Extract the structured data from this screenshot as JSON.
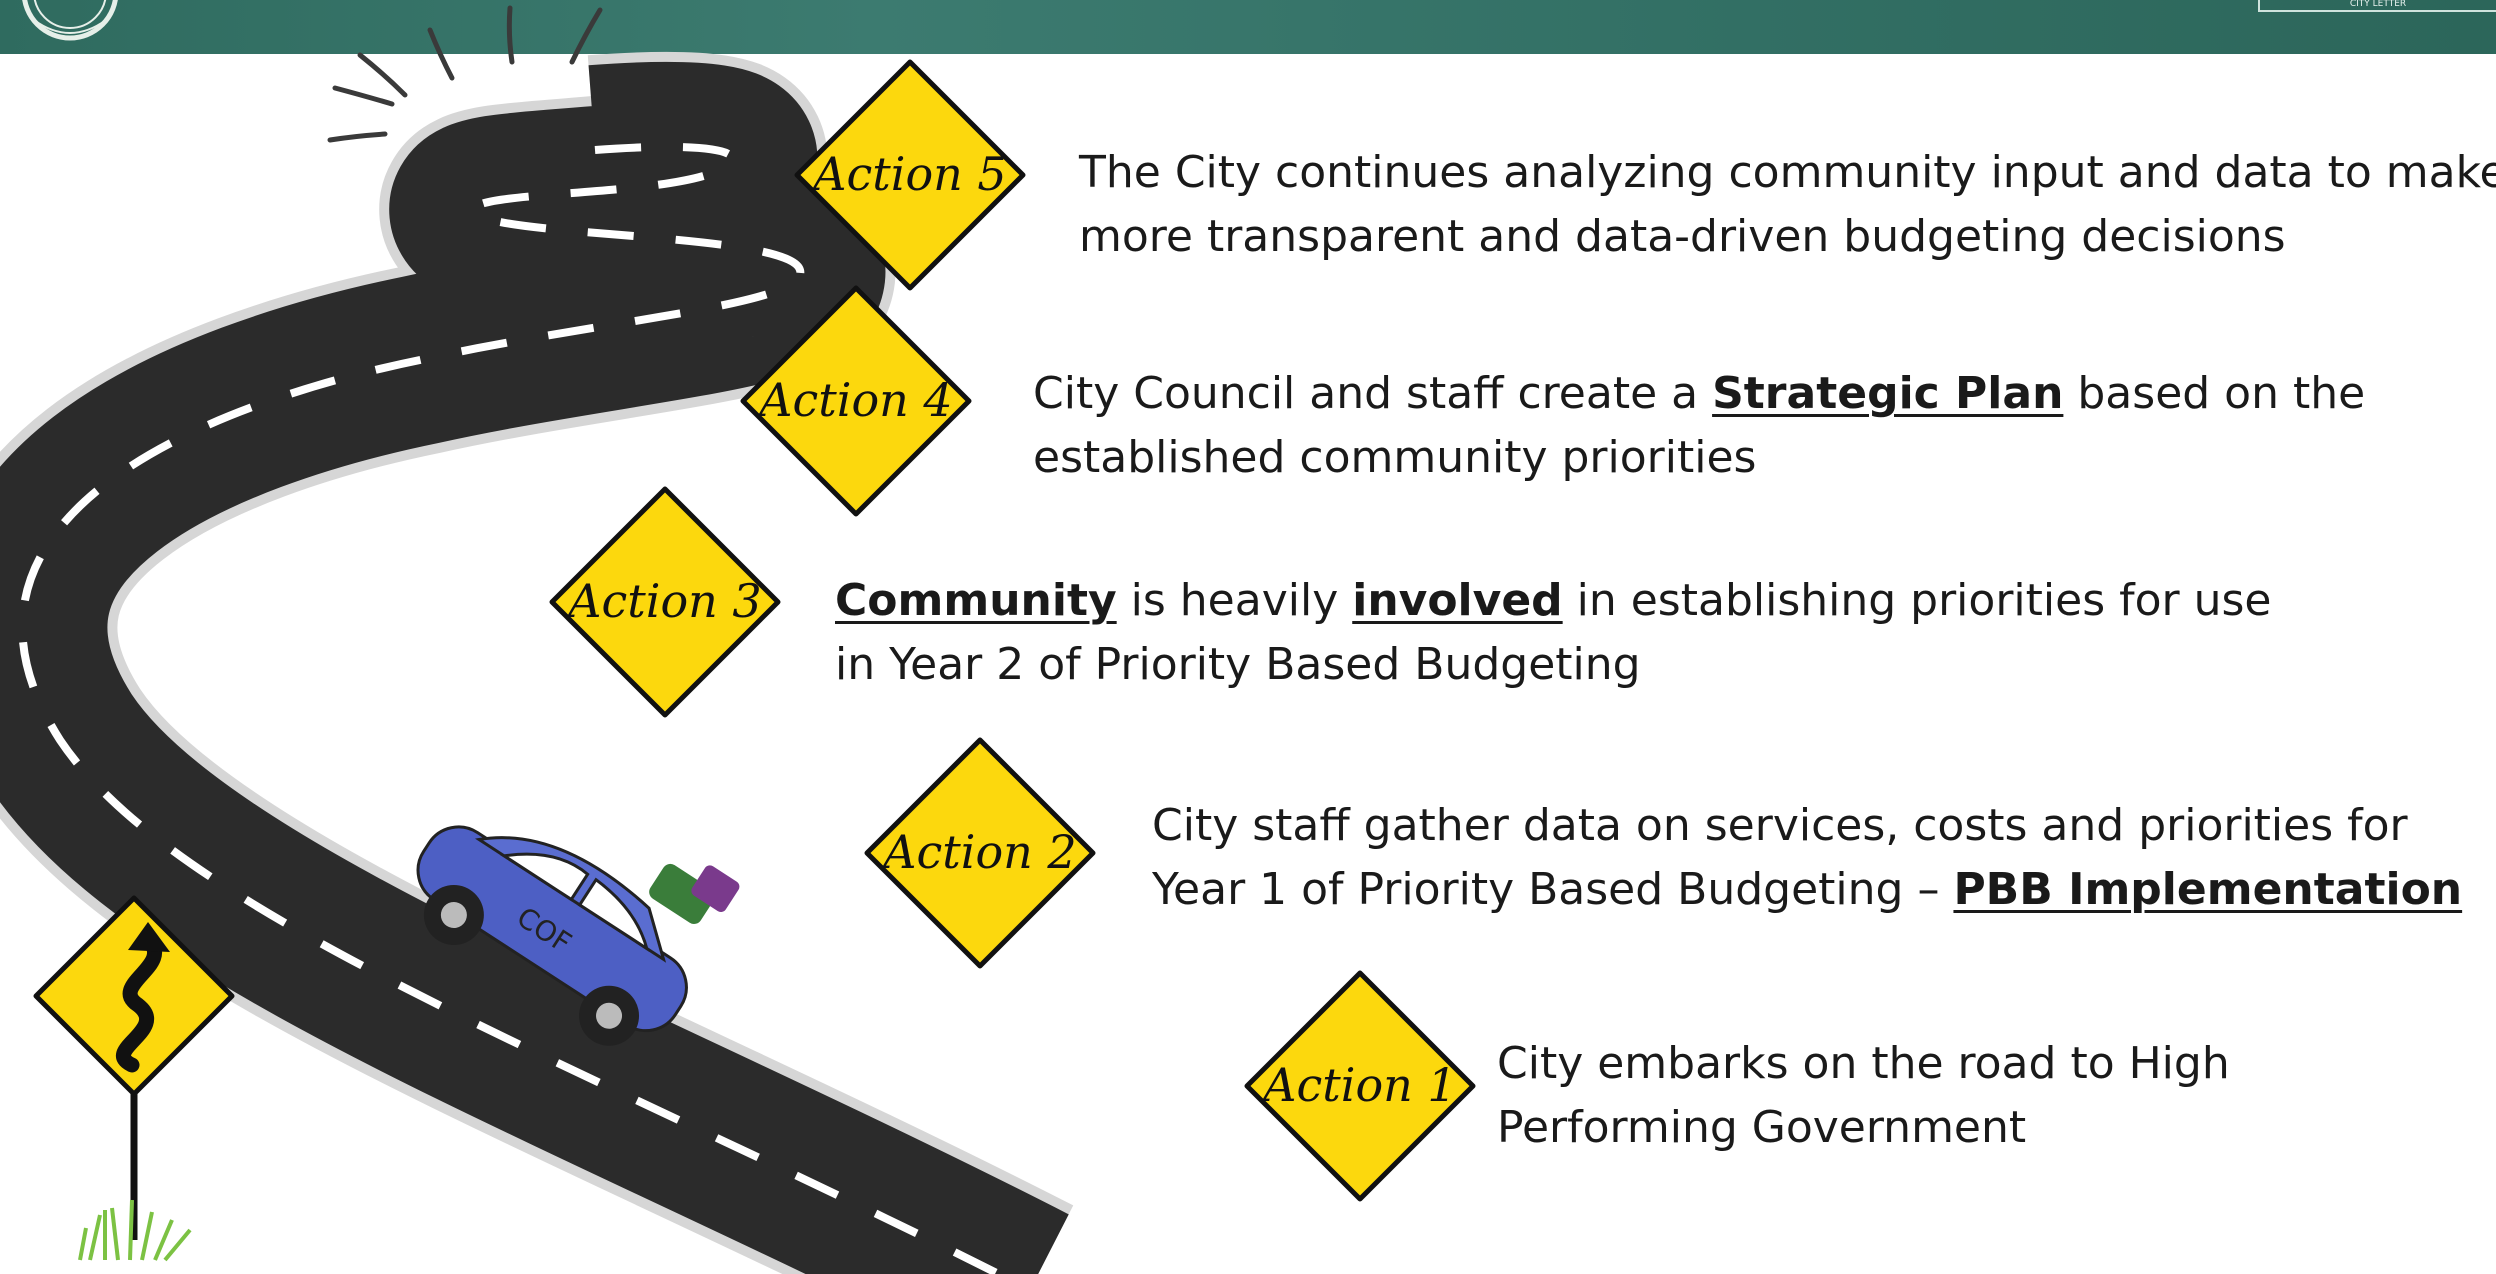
{
  "header": {
    "tag_text": "CITY LETTER"
  },
  "car": {
    "label": "COF"
  },
  "steps": [
    {
      "badge": "Action 5",
      "parts": [
        {
          "text": "The City continues analyzing community input and data to make"
        },
        {
          "text": "more transparent and data-driven budgeting decisions",
          "br_before": true
        }
      ]
    },
    {
      "badge": "Action 4",
      "parts": [
        {
          "text": "City Council and staff create a "
        },
        {
          "text": "Strategic Plan",
          "bold": true
        },
        {
          "text": " based on the"
        },
        {
          "text": "established community priorities",
          "br_before": true
        }
      ]
    },
    {
      "badge": "Action 3",
      "parts": [
        {
          "text": "Community",
          "bold": true
        },
        {
          "text": " is heavily "
        },
        {
          "text": "involved",
          "bold": true
        },
        {
          "text": " in establishing priorities for use"
        },
        {
          "text": "in Year 2 of Priority Based Budgeting",
          "br_before": true
        }
      ]
    },
    {
      "badge": "Action 2",
      "parts": [
        {
          "text": "City staff gather data on services, costs and priorities for"
        },
        {
          "text": "Year 1 of Priority Based Budgeting – ",
          "br_before": true
        },
        {
          "text": "PBB Implementation",
          "bold": true
        }
      ]
    },
    {
      "badge": "Action 1",
      "parts": [
        {
          "text": "City embarks on the road to High"
        },
        {
          "text": "Performing Government",
          "br_before": true
        }
      ]
    }
  ],
  "colors": {
    "banner": "#34705f",
    "road": "#2b2b2b",
    "road_edge": "#c9c9c9",
    "sign_yellow": "#fcd80d",
    "sun": "#ffdc5e",
    "car": "#4d5fc4",
    "text": "#1a1a1a"
  },
  "icons": [
    "winding-road-sign-icon",
    "sun-icon",
    "car-icon",
    "grass-icon"
  ]
}
